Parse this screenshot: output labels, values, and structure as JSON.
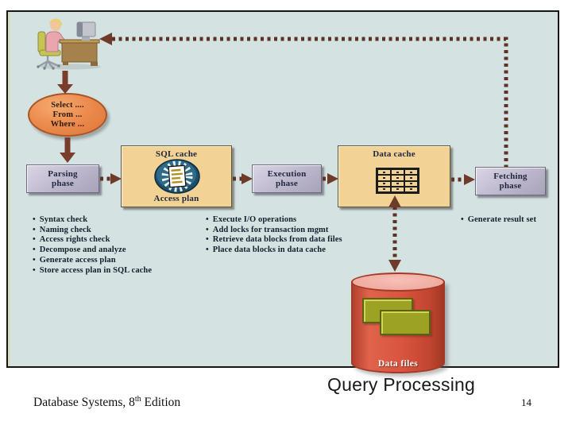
{
  "footer": {
    "book": {
      "prefix": "Database Systems, 8",
      "sup": "th",
      "suffix": " Edition"
    },
    "slide_title": "Query Processing",
    "page_number": "14"
  },
  "diagram": {
    "query_ellipse": {
      "line1": "Select ....",
      "line2": "From ...",
      "line3": "Where ..."
    },
    "parsing_box": {
      "line1": "Parsing",
      "line2": "phase"
    },
    "sql_cache_box": {
      "title": "SQL cache",
      "caption": "Access plan"
    },
    "execution_box": {
      "line1": "Execution",
      "line2": "phase"
    },
    "data_cache_box": {
      "title": "Data cache"
    },
    "fetching_box": {
      "line1": "Fetching",
      "line2": "phase"
    },
    "parsing_steps": [
      "Syntax check",
      "Naming check",
      "Access rights check",
      "Decompose and analyze",
      "Generate access plan",
      "Store access plan in SQL cache"
    ],
    "execution_steps": [
      "Execute I/O operations",
      "Add locks for transaction mgmt",
      "Retrieve data blocks from data files",
      "Place data blocks in data cache"
    ],
    "fetching_steps": [
      "Generate result set"
    ],
    "data_files": {
      "label": "Data files"
    },
    "icons": {
      "user_at_desk": "user-desk-clipart",
      "access_plan": "sunburst-document-icon",
      "data_cache": "table-grid-icon",
      "data_files": "database-cylinder-icon"
    },
    "colors": {
      "panel_bg": "#d4e2e1",
      "arrow_brown": "#6e3a28",
      "tan_box": "#f3d295",
      "phase_box": "#bcb7cc",
      "ellipse_orange": "#ec8c4f",
      "cylinder_red": "#d8543e",
      "file_green": "#9ca223"
    }
  }
}
